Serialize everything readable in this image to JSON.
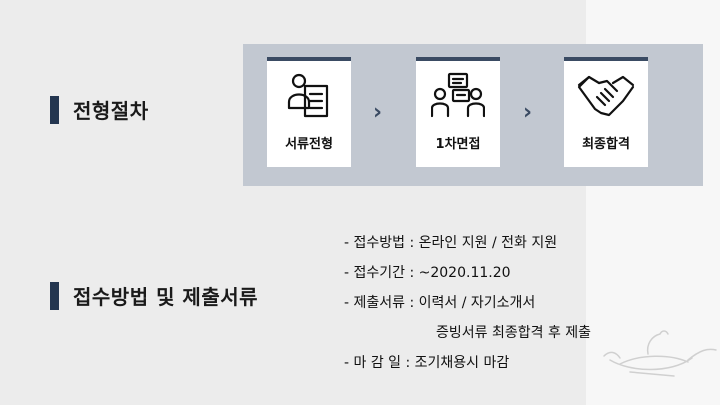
{
  "section1": {
    "title": "전형절차"
  },
  "steps": [
    {
      "label": "서류전형",
      "icon": "document-person-icon"
    },
    {
      "label": "1차면접",
      "icon": "interview-icon"
    },
    {
      "label": "최종합격",
      "icon": "handshake-icon"
    }
  ],
  "step_arrow": "›",
  "section2": {
    "title": "접수방법 및 제출서류"
  },
  "info": [
    {
      "text": "- 접수방법 : 온라인 지원 / 전화 지원"
    },
    {
      "text": "- 접수기간 : ~2020.11.20"
    },
    {
      "text": "- 제출서류 : 이력서 / 자기소개서"
    },
    {
      "text": "증빙서류 최종합격 후 제출"
    },
    {
      "text": "- 마 감 일 : 조기채용시 마감"
    }
  ],
  "colors": {
    "accent": "#243650",
    "panel": "#c2c8d1",
    "card_top": "#3a4b63",
    "background": "#ececec"
  }
}
